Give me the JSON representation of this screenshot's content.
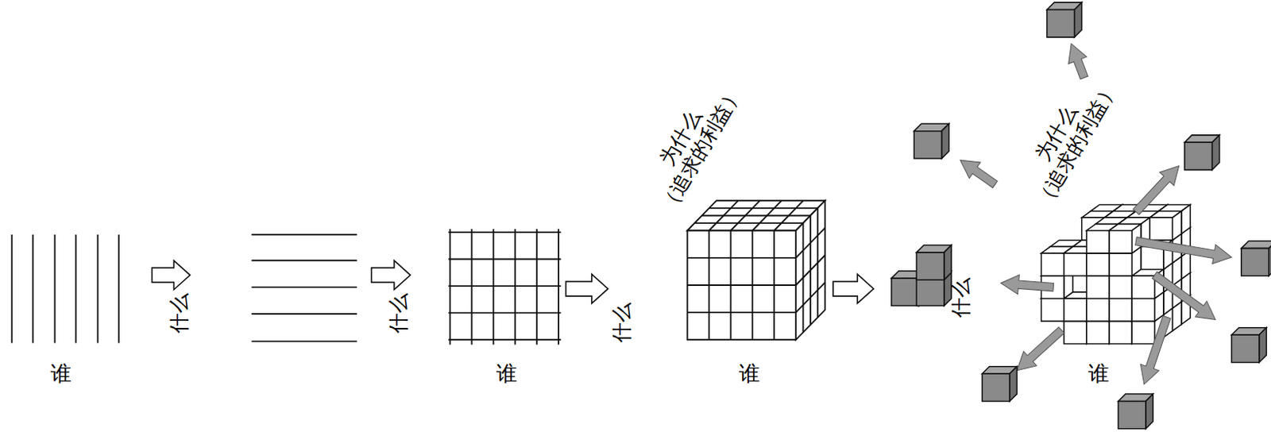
{
  "diagram": {
    "labels": [
      "谁",
      "什么",
      "什么",
      "谁",
      "什么",
      "为什么 （追求的利益）",
      "谁",
      "什么",
      "为什么 （追求的利益）",
      "谁"
    ]
  }
}
